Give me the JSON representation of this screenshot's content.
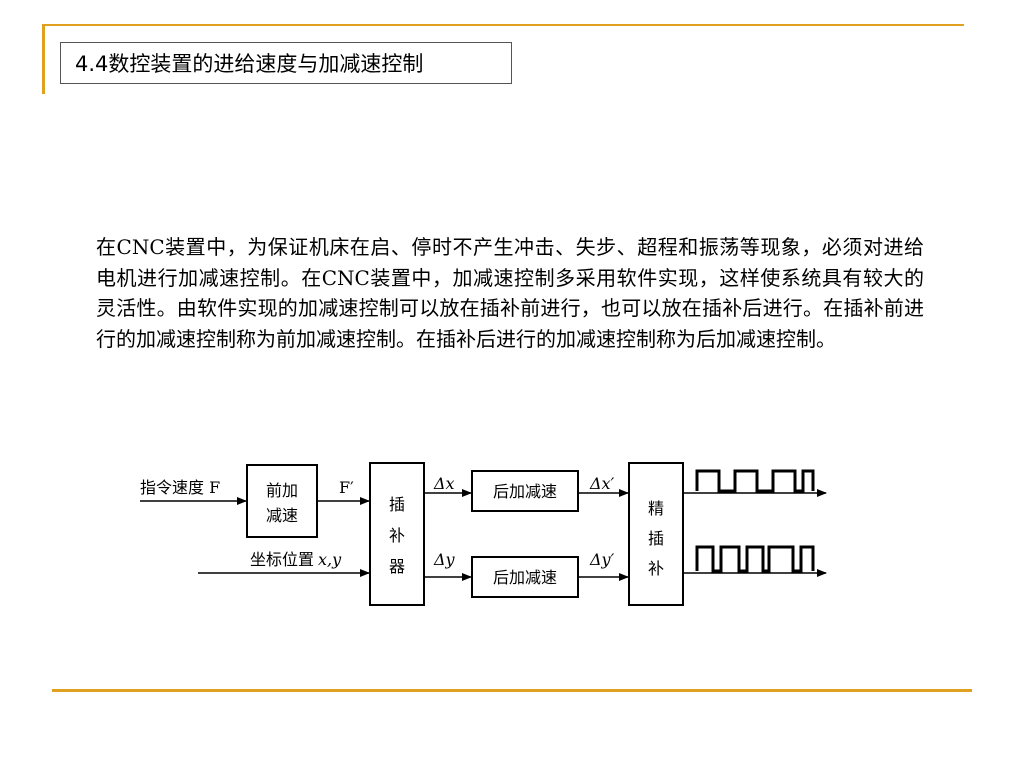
{
  "slide": {
    "title": "4.4数控装置的进给速度与加减速控制",
    "body": "在CNC装置中，为保证机床在启、停时不产生冲击、失步、超程和振荡等现象，必须对进给电机进行加减速控制。在CNC装置中，加减速控制多采用软件实现，这样使系统具有较大的灵活性。由软件实现的加减速控制可以放在插补前进行，也可以放在插补后进行。在插补前进行的加减速控制称为前加减速控制。在插补后进行的加减速控制称为后加减速控制。",
    "accent_color": "#E0A020"
  },
  "diagram": {
    "input_feed_label": "指令速度 F",
    "input_coord_label": "坐标位置",
    "input_coord_vars": "x,y",
    "pre_accel_line1": "前加",
    "pre_accel_line2": "减速",
    "f_prime": "F′",
    "interp_line1": "插",
    "interp_line2": "补",
    "interp_line3": "器",
    "delta_x": "Δx",
    "delta_y": "Δy",
    "post_accel_x": "后加减速",
    "post_accel_y": "后加减速",
    "delta_x_prime": "Δx′",
    "delta_y_prime": "Δy′",
    "fine_line1": "精",
    "fine_line2": "插",
    "fine_line3": "补"
  }
}
